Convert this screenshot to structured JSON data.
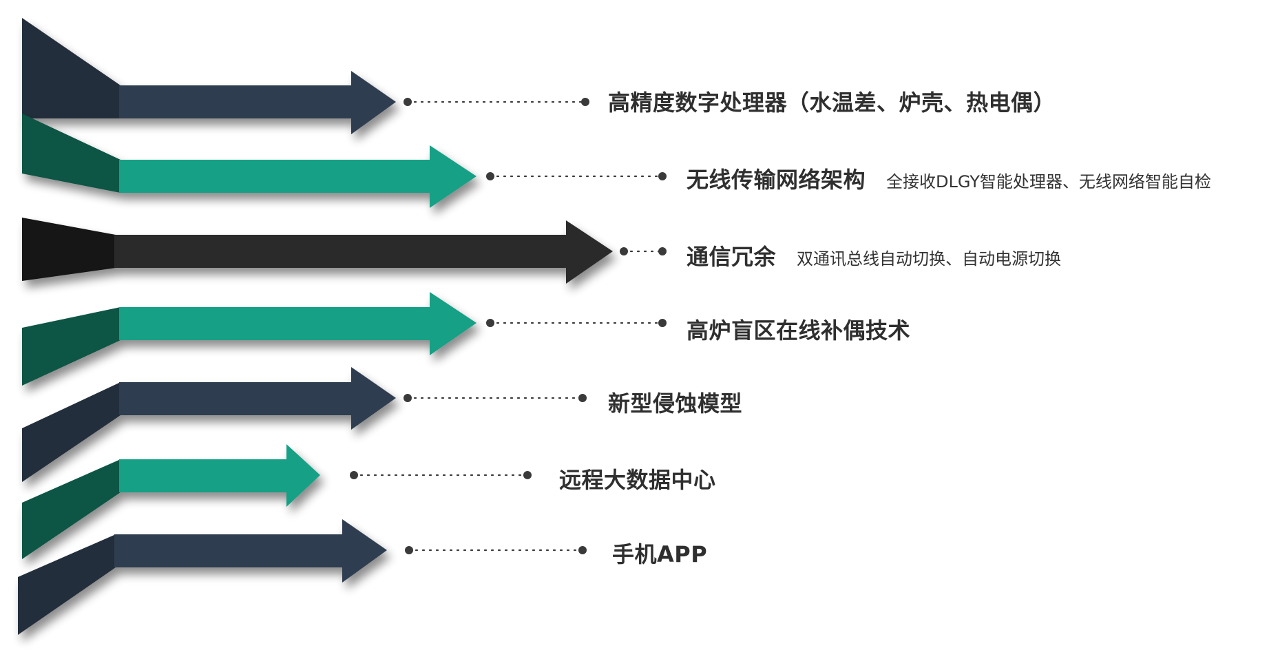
{
  "colors": {
    "navy": "#2e3d4f",
    "navy_dark": "#222d3a",
    "teal": "#17a085",
    "teal_dark": "#0d5544",
    "black": "#2b2b2b",
    "black_dark": "#141414",
    "dots": "#3a3a3a"
  },
  "items": [
    {
      "title": "高精度数字处理器（水温差、炉壳、热电偶）",
      "subtitle": "",
      "color": "navy"
    },
    {
      "title": "无线传输网络架构",
      "subtitle": "全接收DLGY智能处理器、无线网络智能自检",
      "color": "teal"
    },
    {
      "title": "通信冗余",
      "subtitle": "双通讯总线自动切换、自动电源切换",
      "color": "black"
    },
    {
      "title": "高炉盲区在线补偶技术",
      "subtitle": "",
      "color": "teal"
    },
    {
      "title": "新型侵蚀模型",
      "subtitle": "",
      "color": "navy"
    },
    {
      "title": "远程大数据中心",
      "subtitle": "",
      "color": "teal"
    },
    {
      "title": "手机APP",
      "subtitle": "",
      "color": "navy"
    }
  ]
}
